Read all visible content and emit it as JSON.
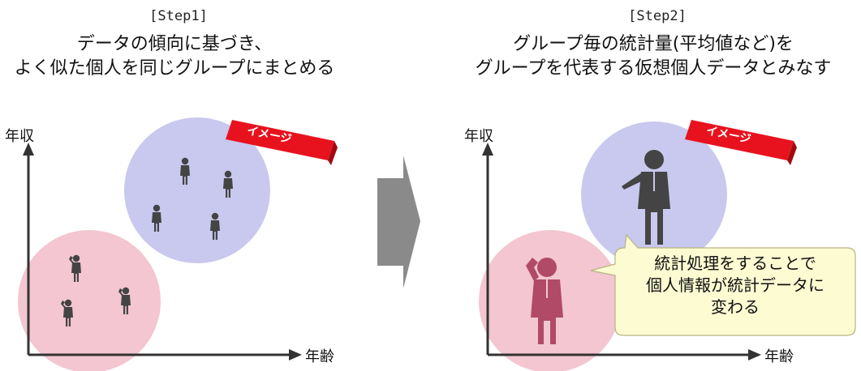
{
  "step1": {
    "tag": "[Step1]",
    "heading_line1": "データの傾向に基づき、",
    "heading_line2": "よく似た個人を同じグループにまとめる",
    "y_axis": "年収",
    "x_axis": "年齢",
    "badge": "イメージ"
  },
  "step2": {
    "tag": "[Step2]",
    "heading_line1": "グループ毎の統計量(平均値など)を",
    "heading_line2": "グループを代表する仮想個人データとみなす",
    "y_axis": "年収",
    "x_axis": "年齢",
    "badge": "イメージ",
    "callout_line1": "統計処理をすることで",
    "callout_line2": "個人情報が統計データに",
    "callout_line3": "変わる"
  },
  "colors": {
    "pink_group": "#f3c6d1",
    "blue_group": "#c9c8ee",
    "badge_red": "#e8121f",
    "callout_fill": "#fdfbd2",
    "arrow_gray": "#8a8a8a"
  },
  "icons": [
    "person-icon",
    "saluting-person-icon",
    "right-arrow-icon"
  ]
}
